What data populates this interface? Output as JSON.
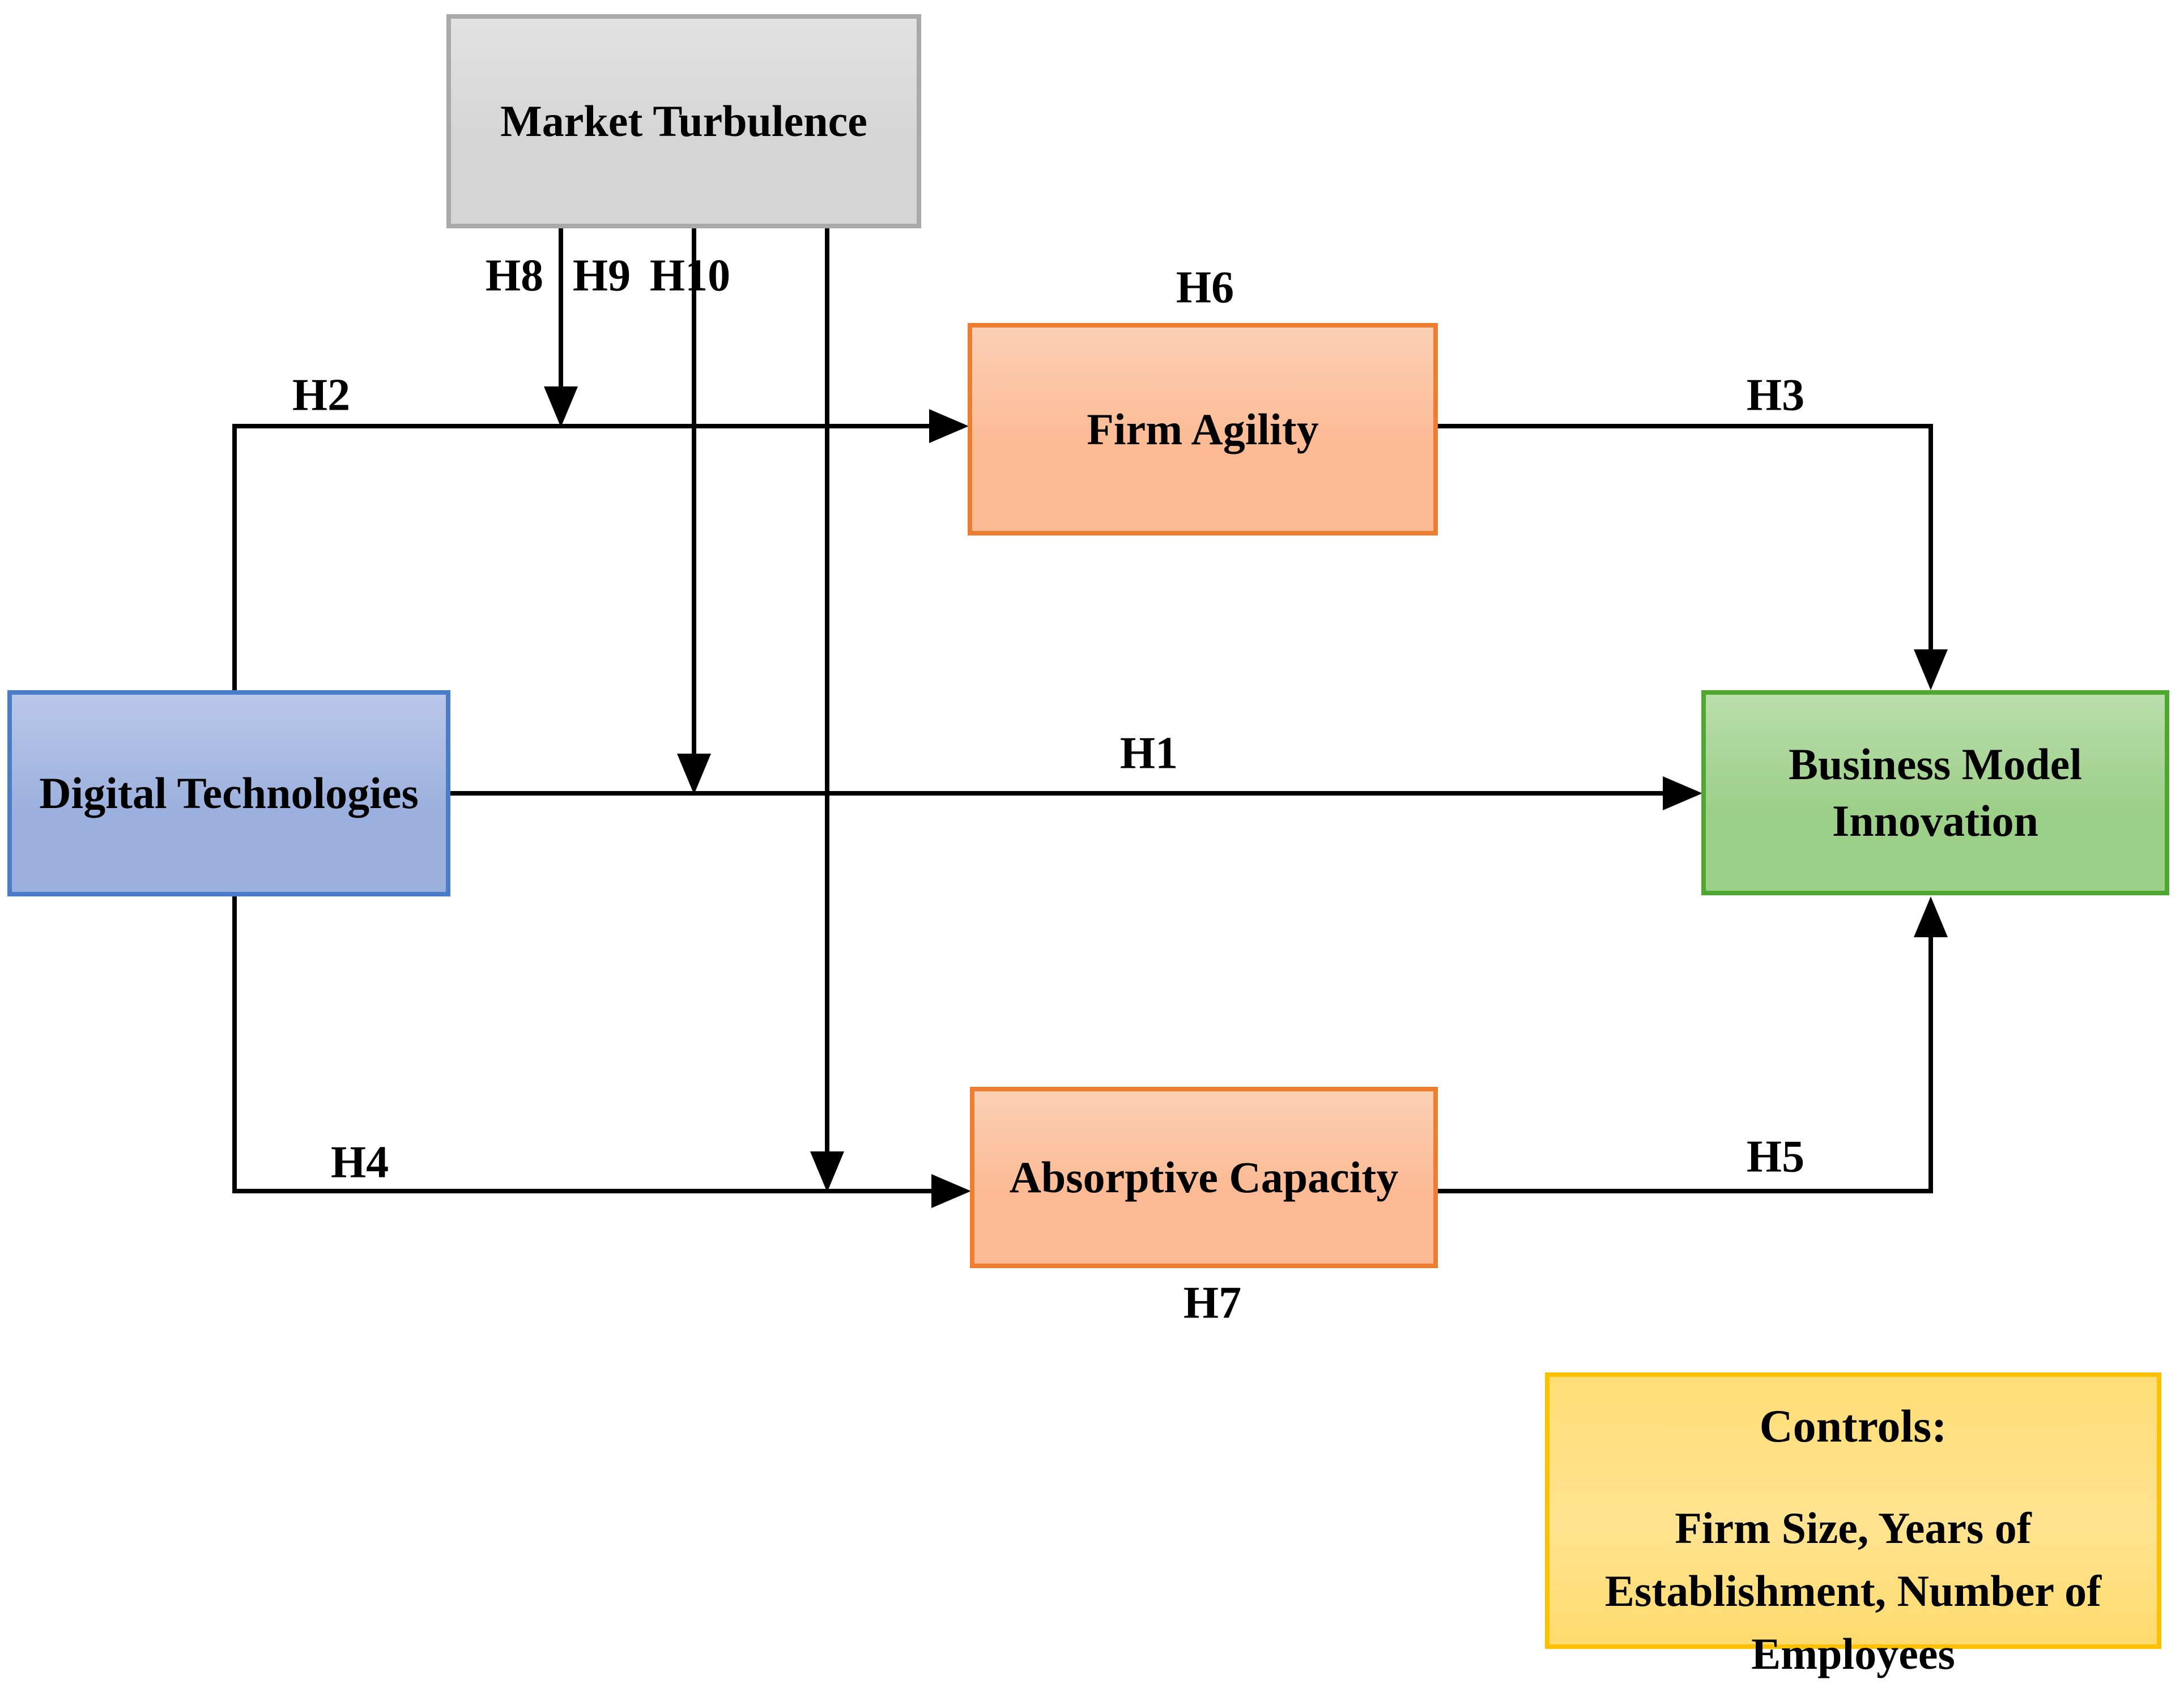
{
  "diagram_title": "Hypothesized research model: Digital Technologies, Firm Agility, Absorptive Capacity, Market Turbulence and Business Model Innovation",
  "nodes": {
    "market_turbulence": {
      "label": "Market Turbulence",
      "fill": "#d5d5d5",
      "border": "#a9a9a9"
    },
    "digital_technologies": {
      "label": "Digital Technologies",
      "fill": "#9bb0de",
      "border": "#4a7cc9"
    },
    "firm_agility": {
      "label": "Firm Agility",
      "fill": "#fbba93",
      "border": "#ed7d31"
    },
    "absorptive_capacity": {
      "label": "Absorptive Capacity",
      "fill": "#fbba93",
      "border": "#ed7d31"
    },
    "business_model_innovation": {
      "label_line1": "Business Model",
      "label_line2": "Innovation",
      "fill": "#9ccf88",
      "border": "#4ea72e"
    }
  },
  "controls": {
    "heading": "Controls:",
    "body": "Firm Size, Years of Establishment, Number of Employees",
    "fill": "#ffd966",
    "border": "#ffc000"
  },
  "hypotheses": {
    "h1": "H1",
    "h2": "H2",
    "h3": "H3",
    "h4": "H4",
    "h5": "H5",
    "h6": "H6",
    "h7": "H7",
    "h8": "H8",
    "h9": "H9",
    "h10": "H10"
  },
  "colors": {
    "background": "#ffffff",
    "line": "#000000",
    "text": "#000000"
  }
}
